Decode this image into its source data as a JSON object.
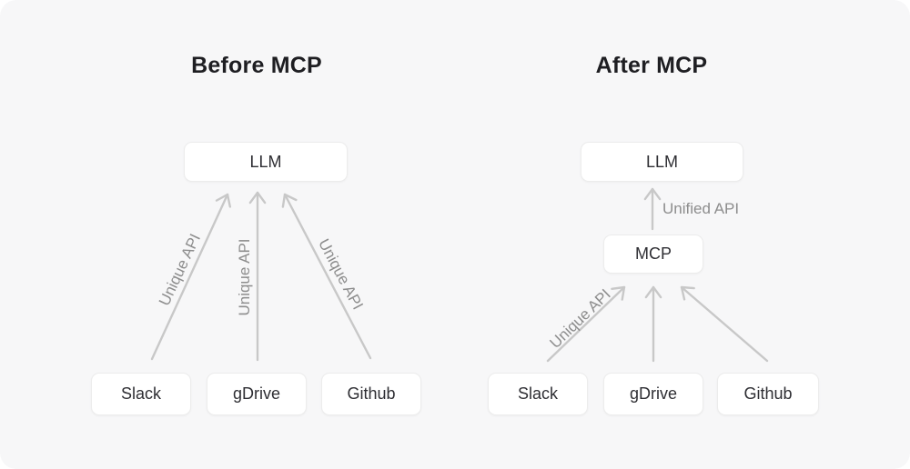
{
  "colors": {
    "page_background": "#ffffff",
    "card_background": "#f7f7f8",
    "box_background": "#ffffff",
    "box_border": "#ececec",
    "arrow": "#c8c8c8",
    "arrow_label_text": "#8d8d8d",
    "title_text": "#1e1e22",
    "box_text": "#2e2e33"
  },
  "before": {
    "title": "Before MCP",
    "llm": "LLM",
    "sources": [
      "Slack",
      "gDrive",
      "Github"
    ],
    "arrow_labels": [
      "Unique API",
      "Unique API",
      "Unique API"
    ]
  },
  "after": {
    "title": "After MCP",
    "llm": "LLM",
    "mcp": "MCP",
    "unified_api_label": "Unified API",
    "unique_api_label": "Unique API",
    "sources": [
      "Slack",
      "gDrive",
      "Github"
    ]
  }
}
